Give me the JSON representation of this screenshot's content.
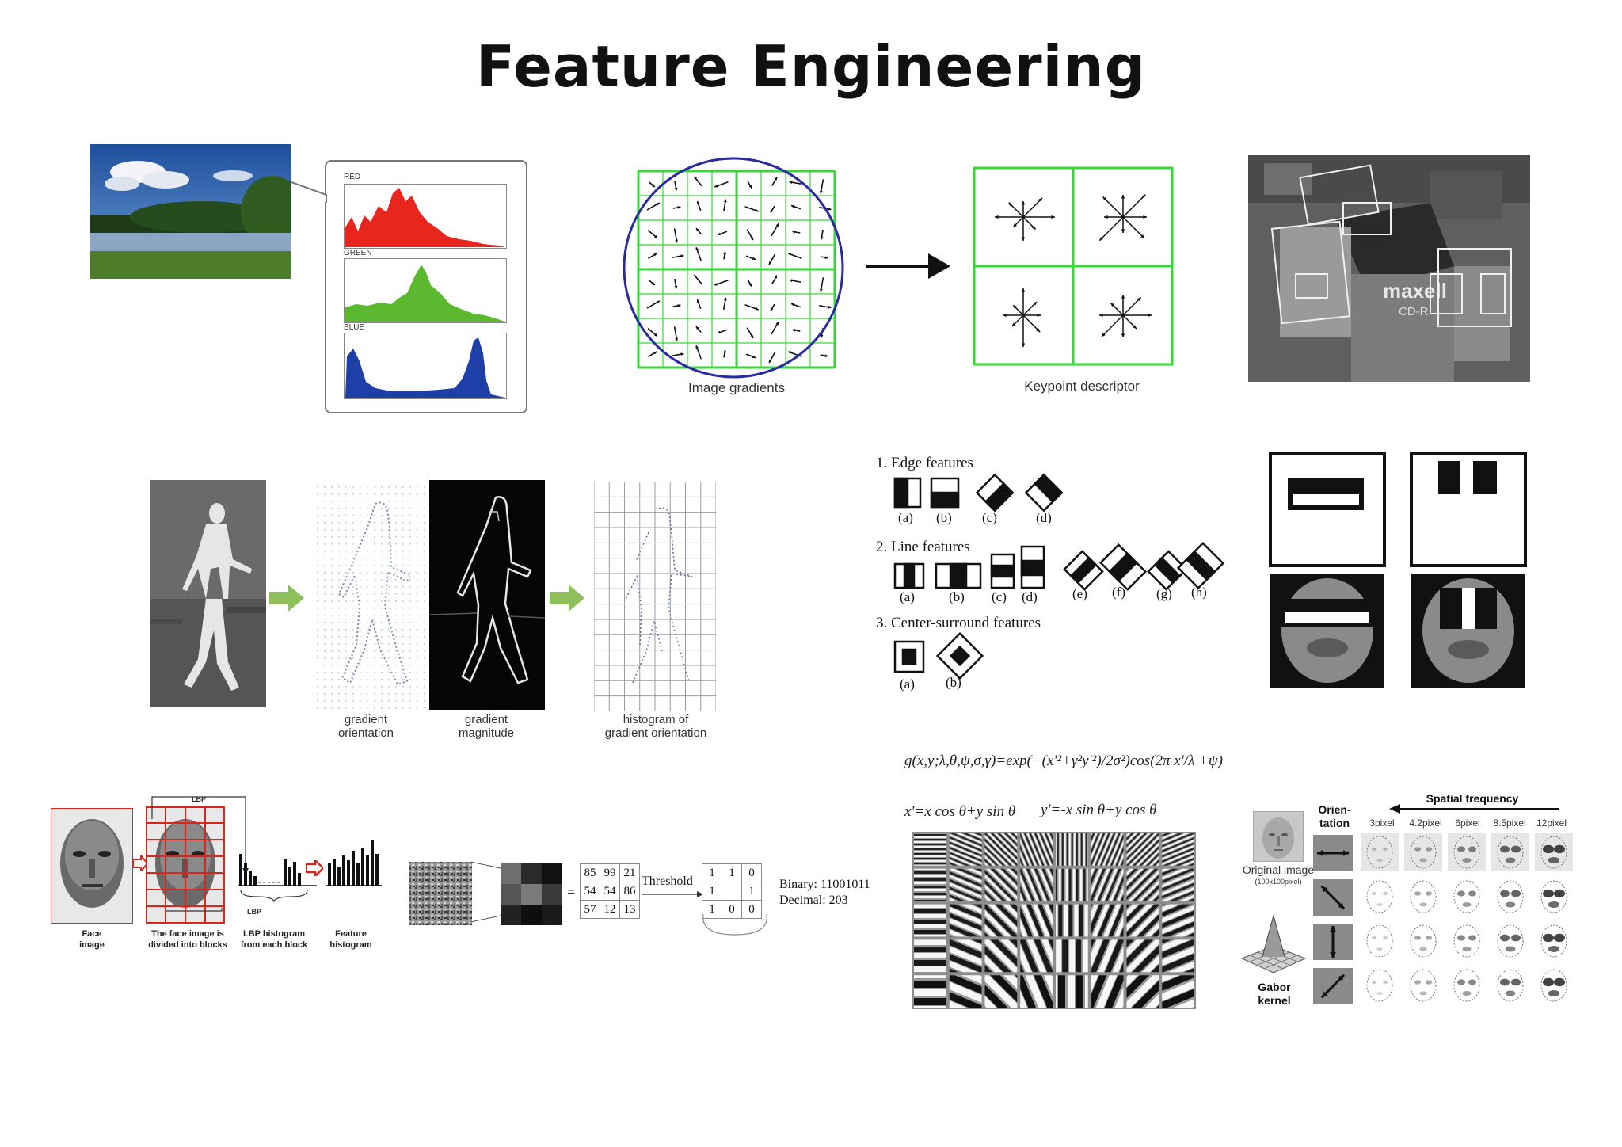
{
  "title": "Feature Engineering",
  "histogram": {
    "red": "RED",
    "green": "GREEN",
    "blue": "BLUE"
  },
  "sift": {
    "gradients_caption": "Image gradients",
    "descriptor_caption": "Keypoint descriptor"
  },
  "hog": {
    "orientation_caption": "gradient\norientation",
    "magnitude_caption": "gradient\nmagnitude",
    "histogram_caption": "histogram of\ngradient orientation"
  },
  "haar": {
    "edge_title": "1. Edge features",
    "line_title": "2. Line features",
    "center_title": "3. Center-surround features",
    "edge_labels": [
      "(a)",
      "(b)",
      "(c)",
      "(d)"
    ],
    "line_labels": [
      "(a)",
      "(b)",
      "(c)",
      "(d)",
      "(e)",
      "(f)",
      "(g)",
      "(h)"
    ],
    "center_labels": [
      "(a)",
      "(b)"
    ]
  },
  "lbp": {
    "face_caption": "Face\nimage",
    "blocks_caption": "The face image is\ndivided into blocks",
    "hist_caption": "LBP histogram\nfrom each block",
    "feature_caption": "Feature\nhistogram",
    "lbp_tag": "LBP",
    "lbp_tag2": "LBP",
    "grid_values": [
      [
        "85",
        "99",
        "21"
      ],
      [
        "54",
        "54",
        "86"
      ],
      [
        "57",
        "12",
        "13"
      ]
    ],
    "threshold_label": "Threshold",
    "binary_grid": [
      [
        "1",
        "1",
        "0"
      ],
      [
        "1",
        "",
        "1"
      ],
      [
        "1",
        "0",
        "0"
      ]
    ],
    "equals": "=",
    "binary_text": "Binary: 11001011",
    "decimal_text": "Decimal: 203"
  },
  "gabor": {
    "formula": "g(x,y;λ,θ,ψ,σ,γ)=exp(−(x'²+γ²y'²)/2σ²)cos(2π x'/λ +ψ)",
    "xprime": "x'=x cos θ+y sin θ",
    "yprime": "y'=-x sin θ+y cos θ",
    "original_image": "Original image",
    "original_size": "(100x100pixel)",
    "orientation": "Orien-\ntation",
    "spatial_frequency": "Spatial frequency",
    "kernel_caption": "Gabor\nkernel",
    "frequencies": [
      "3pixel",
      "4.2pixel",
      "6pixel",
      "8.5pixel",
      "12pixel"
    ]
  },
  "colors": {
    "red_hist": "#e8261e",
    "green_hist": "#5cb82e",
    "blue_hist": "#1f3fa8",
    "green_box": "#38d63a",
    "circle": "#2a2aa0",
    "hog_arrow": "#8fbf5a",
    "lbp_red": "#d9261c"
  }
}
